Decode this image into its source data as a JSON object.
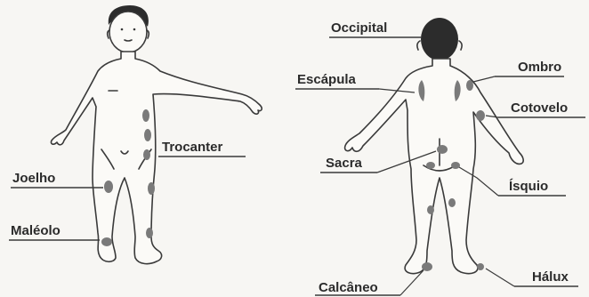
{
  "labels": {
    "trocanter": "Trocanter",
    "joelho": "Joelho",
    "maleolo": "Maléolo",
    "occipital": "Occipital",
    "escapula": "Escápula",
    "ombro": "Ombro",
    "cotovelo": "Cotovelo",
    "sacra": "Sacra",
    "isquio": "Ísquio",
    "calcaneo": "Calcâneo",
    "halux": "Hálux"
  },
  "colors": {
    "line": "#3a3a3a",
    "pressure_spot": "#7a7a7a",
    "hair": "#2c2c2c",
    "background": "#f7f6f3"
  }
}
